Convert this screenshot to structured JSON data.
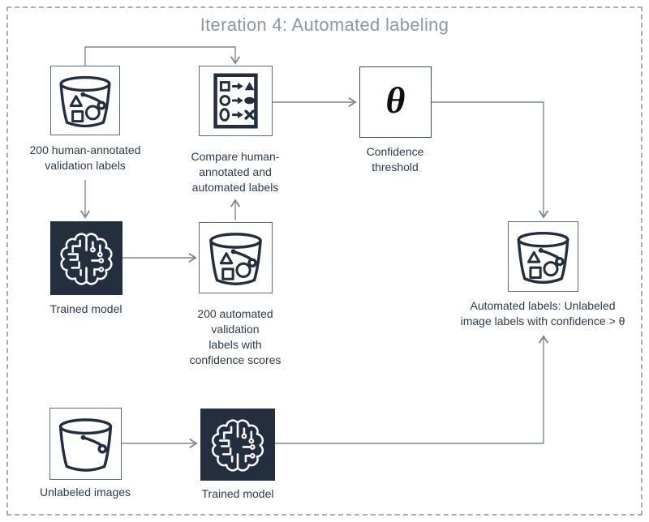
{
  "diagram": {
    "title": "Iteration 4: Automated labeling",
    "nodes": {
      "human_bucket": {
        "label": "200 human-annotated\nvalidation labels",
        "icon": "s3-bucket-with-objects-icon"
      },
      "compare": {
        "label": "Compare human-\nannotated and\nautomated labels",
        "icon": "compare-labels-icon"
      },
      "threshold": {
        "label": "Confidence\nthreshold",
        "symbol": "θ",
        "icon": "theta-symbol"
      },
      "trained_model_top": {
        "label": "Trained model",
        "icon": "trained-model-icon"
      },
      "auto_bucket": {
        "label": "200 automated\nvalidation\nlabels with\nconfidence scores",
        "icon": "s3-bucket-with-objects-icon"
      },
      "output_bucket": {
        "label": "Automated labels: Unlabeled\nimage labels with confidence > θ",
        "icon": "s3-bucket-with-objects-icon"
      },
      "unlabeled_bucket": {
        "label": "Unlabeled images",
        "icon": "s3-bucket-empty-icon"
      },
      "trained_model_bottom": {
        "label": "Trained model",
        "icon": "trained-model-icon"
      }
    },
    "edges": [
      {
        "from": "human-annotated-validation-labels",
        "to": "compare-labels"
      },
      {
        "from": "human-annotated-validation-labels",
        "to": "trained-model-top"
      },
      {
        "from": "trained-model-top",
        "to": "automated-validation-labels"
      },
      {
        "from": "automated-validation-labels",
        "to": "compare-labels"
      },
      {
        "from": "compare-labels",
        "to": "confidence-threshold"
      },
      {
        "from": "confidence-threshold",
        "to": "automated-labels-output"
      },
      {
        "from": "unlabeled-images",
        "to": "trained-model-bottom"
      },
      {
        "from": "trained-model-bottom",
        "to": "automated-labels-output"
      }
    ],
    "colors": {
      "icon_dark": "#232f3e",
      "arrow": "#7d8893",
      "title_text": "#8d98a3",
      "label_text": "#2b3b4d",
      "dashed_border": "#a6adb4",
      "node_border": "#5b6b7c"
    }
  }
}
